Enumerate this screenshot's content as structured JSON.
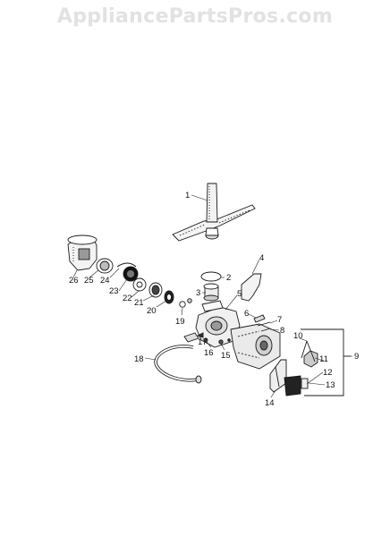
{
  "watermark": "AppliancePartsPros.com",
  "part_labels": [
    "1",
    "2",
    "3",
    "4",
    "5",
    "6",
    "7",
    "8",
    "9",
    "10",
    "11",
    "12",
    "13",
    "14",
    "15",
    "16",
    "17",
    "18",
    "19",
    "20",
    "21",
    "22",
    "23",
    "24",
    "25",
    "26"
  ]
}
